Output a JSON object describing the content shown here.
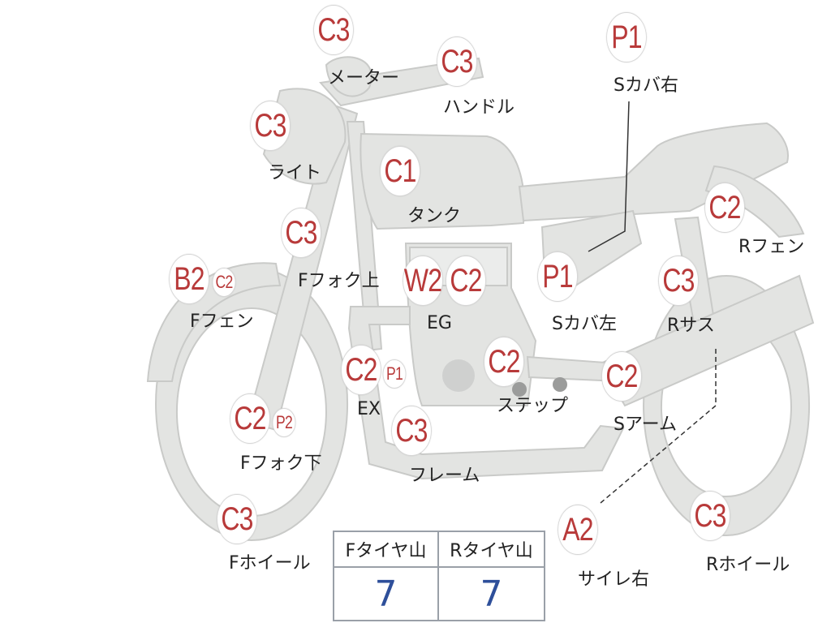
{
  "badges": [
    {
      "id": "meter-grade",
      "text": "C3"
    },
    {
      "id": "handle-grade",
      "text": "C3"
    },
    {
      "id": "side-cover-right-grade",
      "text": "P1"
    },
    {
      "id": "light-grade",
      "text": "C3"
    },
    {
      "id": "tank-grade",
      "text": "C1"
    },
    {
      "id": "rear-fender-grade",
      "text": "C2"
    },
    {
      "id": "front-fork-upper-grade",
      "text": "C3"
    },
    {
      "id": "front-fender-grade",
      "text": "B2"
    },
    {
      "id": "front-fender-sub-grade",
      "text": "C2"
    },
    {
      "id": "engine-grade-w",
      "text": "W2"
    },
    {
      "id": "engine-grade-c",
      "text": "C2"
    },
    {
      "id": "side-cover-left-grade",
      "text": "P1"
    },
    {
      "id": "rear-suspension-grade",
      "text": "C3"
    },
    {
      "id": "exhaust-grade",
      "text": "C2"
    },
    {
      "id": "exhaust-sub-grade",
      "text": "P1"
    },
    {
      "id": "step-grade",
      "text": "C2"
    },
    {
      "id": "swing-arm-grade",
      "text": "C2"
    },
    {
      "id": "front-fork-lower-grade",
      "text": "C2"
    },
    {
      "id": "front-fork-lower-sub-grade",
      "text": "P2"
    },
    {
      "id": "frame-grade",
      "text": "C3"
    },
    {
      "id": "front-wheel-grade",
      "text": "C3"
    },
    {
      "id": "muffler-right-grade",
      "text": "A2"
    },
    {
      "id": "rear-wheel-grade",
      "text": "C3"
    }
  ],
  "labels": {
    "meter": "メーター",
    "handle": "ハンドル",
    "side_cover_right": "Sカバ右",
    "light": "ライト",
    "tank": "タンク",
    "rear_fender": "Rフェン",
    "front_fork_upper": "Fフォク上",
    "front_fender": "Fフェン",
    "engine": "EG",
    "side_cover_left": "Sカバ左",
    "rear_suspension": "Rサス",
    "exhaust": "EX",
    "step": "ステップ",
    "swing_arm": "Sアーム",
    "front_fork_lower": "Fフォク下",
    "frame": "フレーム",
    "front_wheel": "Fホイール",
    "muffler_right": "サイレ右",
    "rear_wheel": "Rホイール"
  },
  "tyre_table": {
    "front_header": "Fタイヤ山",
    "rear_header": "Rタイヤ山",
    "front_value": "7",
    "rear_value": "7"
  },
  "colors": {
    "grade_text": "#b83a3a",
    "bike_fill": "#e3e4e2",
    "bike_stroke": "#c9cac8",
    "tyre_value": "#2e4f9a",
    "table_border": "#9aa0a8"
  }
}
